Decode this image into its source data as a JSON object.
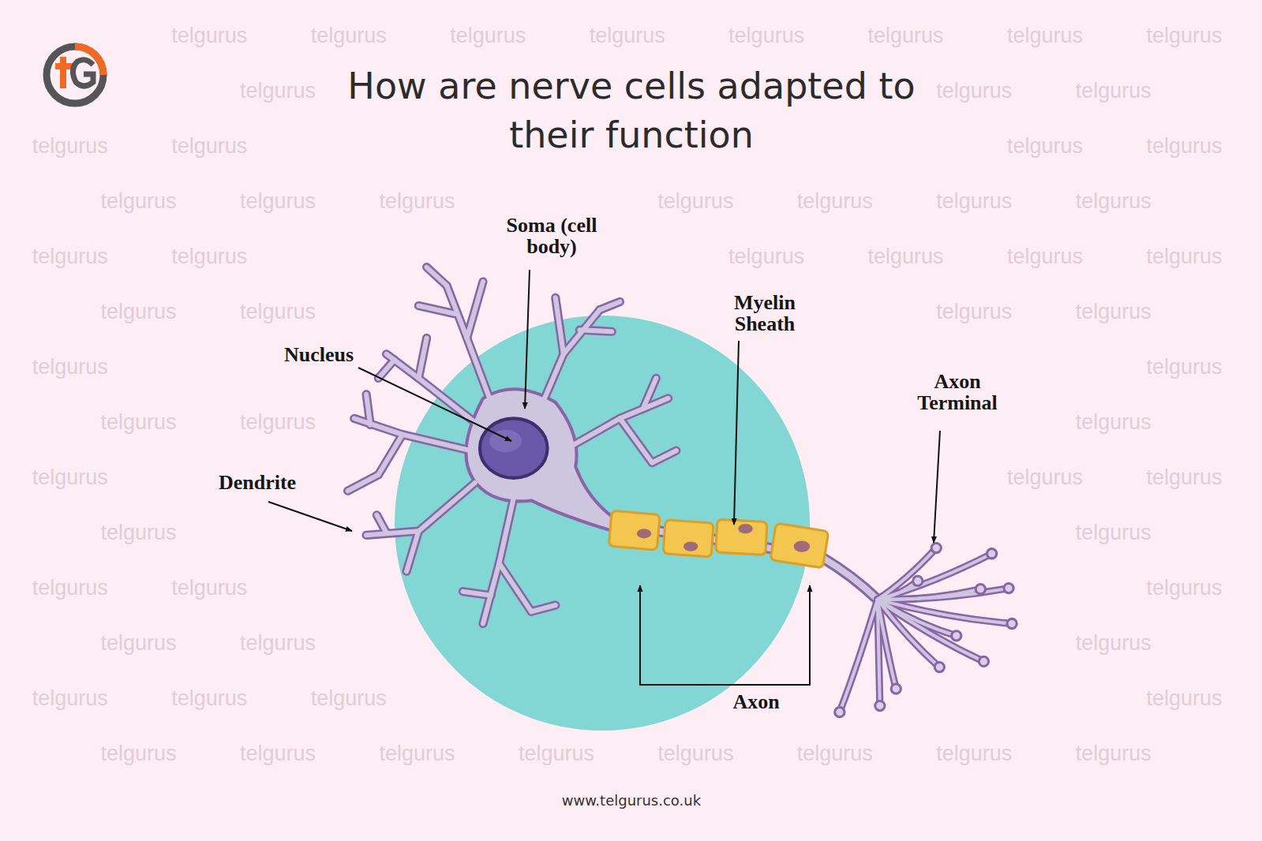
{
  "diagram": {
    "title": "How are nerve cells adapted to their function",
    "labels": [
      "Soma (cell body)",
      "Nucleus",
      "Dendrite",
      "Myelin Sheath",
      "Axon Terminal",
      "Axon",
      "www.telgurus.co.uk",
      "telgurus",
      "telgurus",
      "telgurus",
      "telgurus",
      "telgurus",
      "telgurus",
      "telgurus",
      "telgurus",
      "telgurus",
      "telgurus",
      "telgurus",
      "telgurus",
      "telgurus",
      "telgurus",
      "telgurus",
      "telgurus",
      "telgurus",
      "telgurus",
      "telgurus",
      "telgurus",
      "telgurus",
      "telgurus",
      "telgurus",
      "telgurus",
      "telgurus",
      "telgurus",
      "telgurus",
      "telgurus",
      "telgurus",
      "telgurus",
      "telgurus",
      "telgurus",
      "telgurus",
      "telgurus",
      "telgurus",
      "telgurus",
      "telgurus",
      "telgurus",
      "telgurus",
      "telgurus",
      "telgurus",
      "telgurus",
      "telgurus",
      "telgurus",
      "telgurus",
      "telgurus",
      "telgurus",
      "telgurus",
      "telgurus",
      "telgurus",
      "telgurus",
      "telgurus",
      "telgurus",
      "telgurus",
      "telgurus",
      "telgurus",
      "telgurus",
      "telgurus",
      "telgurus",
      "telgurus"
    ]
  }
}
